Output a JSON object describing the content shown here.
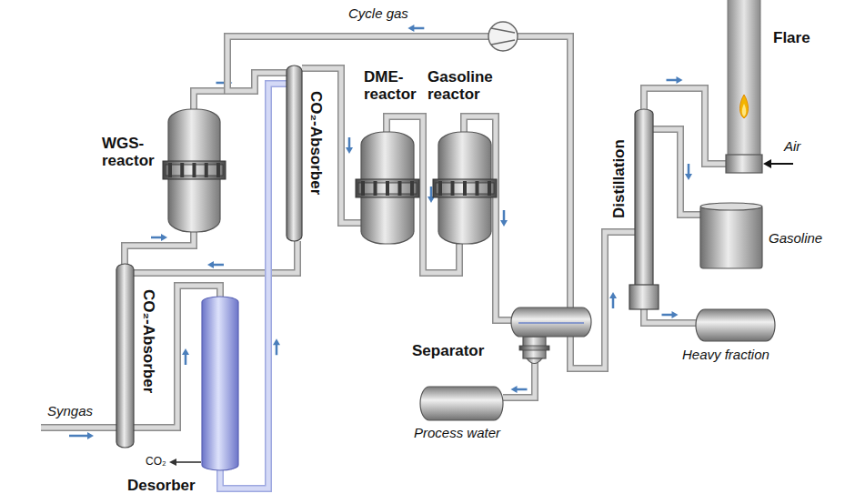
{
  "diagram": {
    "nodes": [
      {
        "text": [
          "WGS- reactor"
        ]
      },
      {
        "text": [
          "CO₂-Absorber"
        ]
      },
      {
        "text": [
          "DME- reactor"
        ]
      },
      {
        "text": [
          "Gasoline reactor"
        ]
      },
      {
        "text": [
          "Flare"
        ]
      },
      {
        "text": [
          "Distillation"
        ]
      },
      {
        "text": [
          "Gasoline"
        ]
      },
      {
        "text": [
          "Separator"
        ]
      },
      {
        "text": [
          "Heavy fraction"
        ]
      },
      {
        "text": [
          "CO₂-Absorber"
        ]
      },
      {
        "text": [
          "Process water"
        ]
      },
      {
        "text": [
          "Desorber"
        ]
      }
    ],
    "edges": [
      {
        "from": 9,
        "to": 0,
        "arrow": "to"
      },
      {
        "from": 0,
        "to": 1,
        "arrow": "to"
      },
      {
        "from": 7,
        "to": 1,
        "label": "Cycle gas",
        "arrow": "to"
      },
      {
        "from": 1,
        "to": 9,
        "arrow": "to"
      },
      {
        "from": 1,
        "to": 2,
        "arrow": "to"
      },
      {
        "from": 2,
        "to": 3,
        "arrow": "to"
      },
      {
        "from": 3,
        "to": 7,
        "arrow": "to"
      },
      {
        "from": 7,
        "to": 10,
        "arrow": "to"
      },
      {
        "from": 7,
        "to": 5,
        "arrow": "to"
      },
      {
        "from": 5,
        "to": 4,
        "arrow": "to"
      },
      {
        "from": 5,
        "to": 6,
        "arrow": "to"
      },
      {
        "from": 5,
        "to": 8,
        "arrow": "to"
      },
      {
        "from": 9,
        "to": 11,
        "arrow": "to"
      },
      {
        "from": 11,
        "to": 1,
        "arrow": "to"
      }
    ],
    "labels": [
      "Syngas",
      "Air",
      "CO₂"
    ]
  }
}
